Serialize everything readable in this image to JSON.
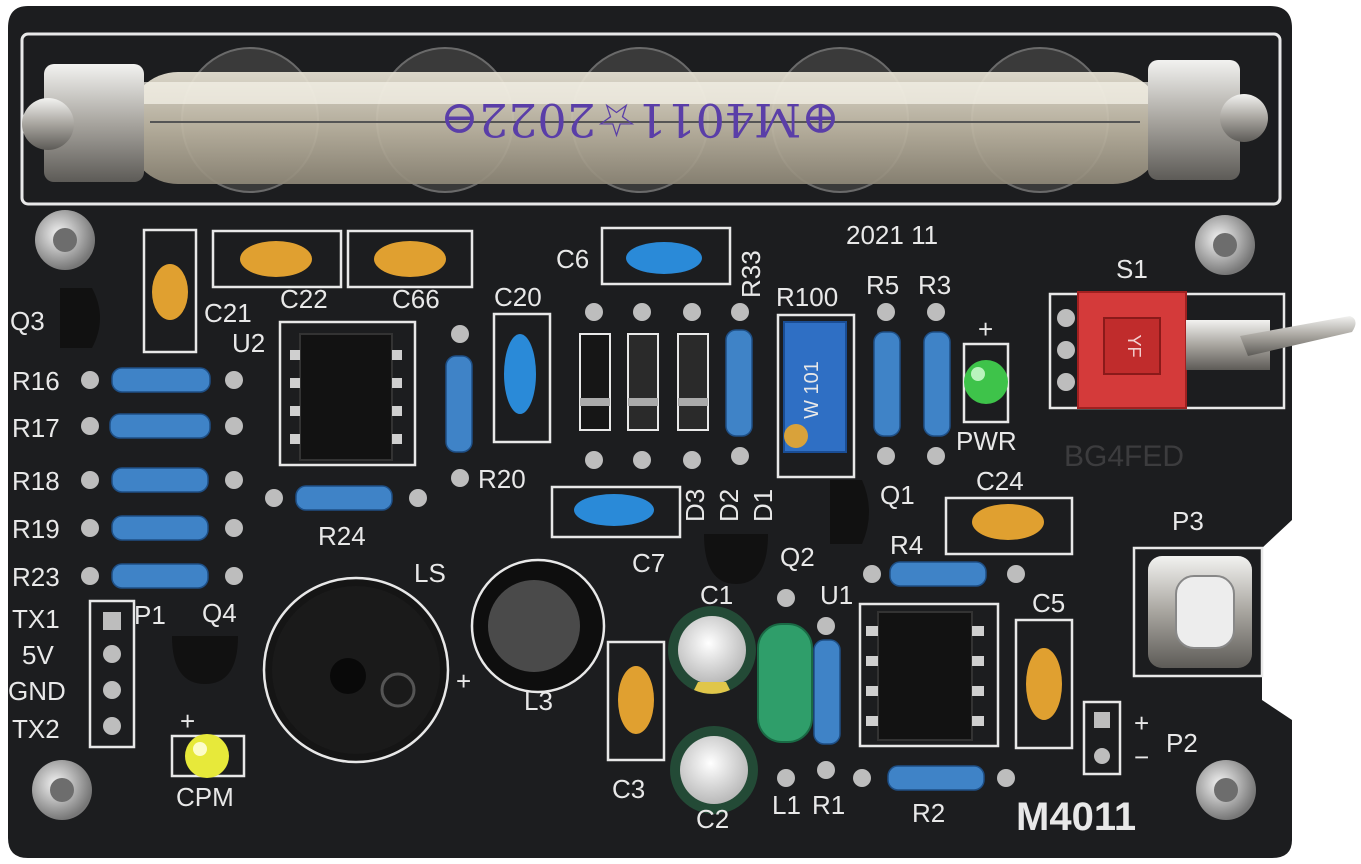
{
  "tube": {
    "marking": "⊕M4011☆2022⊖"
  },
  "board": {
    "date": "2021 11",
    "model": "M4011",
    "ghost_text": "BG4FED"
  },
  "labels": {
    "q3": "Q3",
    "c21": "C21",
    "u2": "U2",
    "c22": "C22",
    "c66": "C66",
    "r16": "R16",
    "r17": "R17",
    "r18": "R18",
    "r19": "R19",
    "r23": "R23",
    "r24": "R24",
    "r20": "R20",
    "c20": "C20",
    "c6": "C6",
    "c7": "C7",
    "d3": "D3",
    "d2": "D2",
    "d1": "D1",
    "r33": "R33",
    "r100": "R100",
    "r5": "R5",
    "r3": "R3",
    "pwr": "PWR",
    "s1": "S1",
    "q1": "Q1",
    "c24": "C24",
    "p3": "P3",
    "q2": "Q2",
    "r4": "R4",
    "c1": "C1",
    "u1": "U1",
    "c5": "C5",
    "ls": "LS",
    "l3": "L3",
    "q4": "Q4",
    "p1": "P1",
    "tx1": "TX1",
    "v5": "5V",
    "gnd": "GND",
    "tx2": "TX2",
    "cpm": "CPM",
    "c3": "C3",
    "c2": "C2",
    "l1": "L1",
    "r1": "R1",
    "r2": "R2",
    "p2": "P2",
    "plus": "+",
    "minus": "−"
  },
  "switch": {
    "marking": "YF"
  },
  "trimmer": {
    "marking": "W 101"
  },
  "colors": {
    "board": "#1c1d1f",
    "silkscreen": "#e8e8e8",
    "tube_glass": "#c9c0ae",
    "switch": "#d43a3a",
    "trimmer": "#2f6fc4",
    "led_pwr": "#3ec34a",
    "led_cpm": "#e7e93a",
    "cap_ceramic": "#e0a030",
    "cap_blue": "#2a8ad8",
    "resistor": "#3f83c7",
    "inductor": "#2f9e6a"
  }
}
